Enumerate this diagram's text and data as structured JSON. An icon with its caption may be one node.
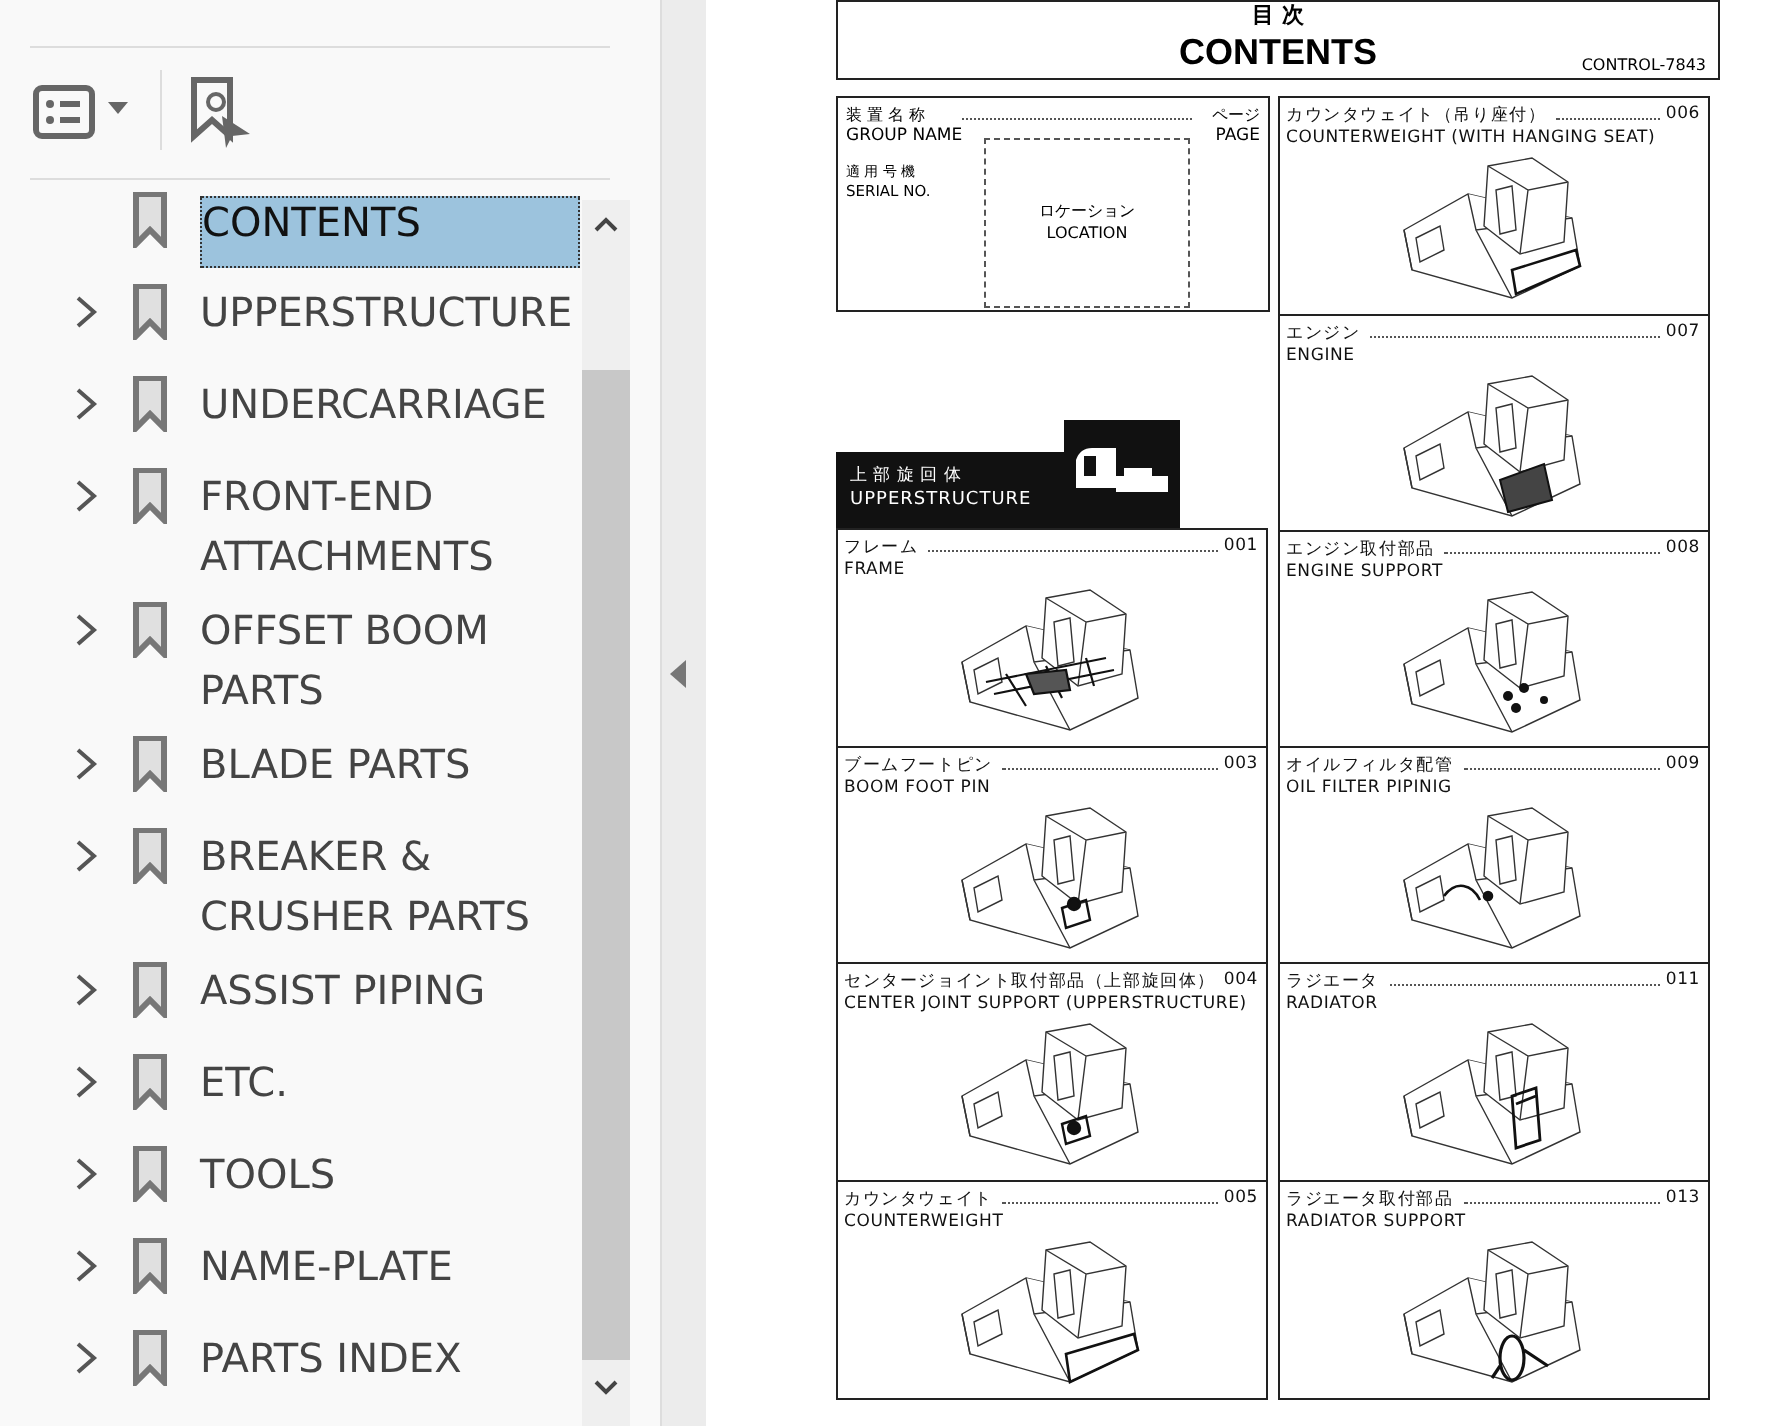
{
  "diagram": {
    "nodes": [
      {
        "text": [
          "目 次",
          "CONTENTS",
          "CONTROL-7843"
        ]
      },
      {
        "text": [
          "装 置 名 称",
          "ページ",
          "GROUP NAME",
          "PAGE",
          "適 用 号 機",
          "SERIAL NO."
        ]
      },
      {
        "text": [
          "ロケーション",
          "LOCATION"
        ],
        "in": 1
      },
      {
        "text": [
          "上 部 旋 回 体",
          "UPPERSTRUCTURE"
        ]
      },
      {
        "text": [
          "フレーム",
          "001",
          "FRAME"
        ]
      },
      {
        "text": [
          "ブームフートピン",
          "003",
          "BOOM FOOT PIN"
        ]
      },
      {
        "text": [
          "センタージョイント取付部品（上部旋回体）",
          "004",
          "CENTER JOINT SUPPORT (UPPERSTRUCTURE)"
        ]
      },
      {
        "text": [
          "カウンタウェイト",
          "005",
          "COUNTERWEIGHT"
        ]
      },
      {
        "text": [
          "カウンタウェイト（吊り座付）",
          "006",
          "COUNTERWEIGHT (WITH HANGING SEAT)"
        ]
      },
      {
        "text": [
          "エンジン",
          "007",
          "ENGINE"
        ]
      },
      {
        "text": [
          "エンジン取付部品",
          "008",
          "ENGINE SUPPORT"
        ]
      },
      {
        "text": [
          "オイルフィルタ配管",
          "009",
          "OIL FILTER PIPINIG"
        ]
      },
      {
        "text": [
          "ラジエータ",
          "011",
          "RADIATOR"
        ]
      },
      {
        "text": [
          "ラジエータ取付部品",
          "013",
          "RADIATOR SUPPORT"
        ]
      }
    ],
    "labels": [
      "CONTENTS",
      "UPPERSTRUCTURE",
      "UNDERCARRIAGE",
      "FRONT-END ATTACHMENTS",
      "OFFSET BOOM PARTS",
      "BLADE PARTS",
      "BREAKER & CRUSHER PARTS",
      "ASSIST PIPING",
      "ETC.",
      "TOOLS",
      "NAME-PLATE",
      "PARTS INDEX"
    ]
  }
}
